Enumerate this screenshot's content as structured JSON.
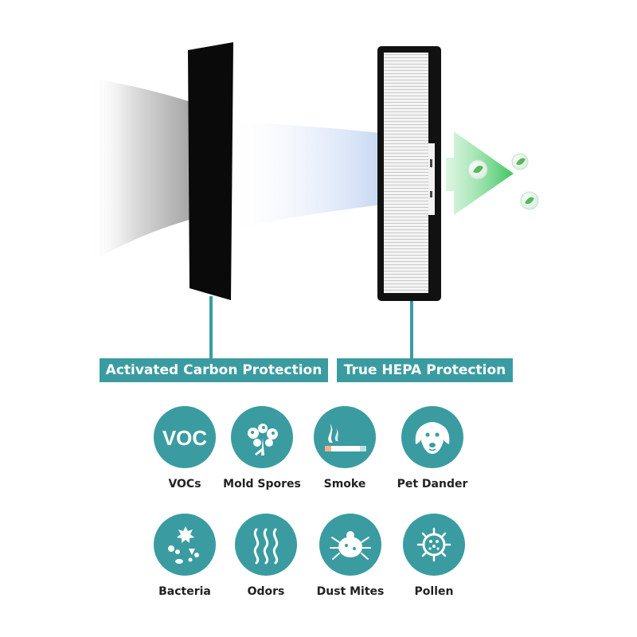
{
  "labels": {
    "carbon": "Activated Carbon Protection",
    "hepa": "True HEPA Protection"
  },
  "icon_badge": {
    "voc": "VOC"
  },
  "contaminants": [
    {
      "name": "VOCs",
      "icon": "voc-text-icon"
    },
    {
      "name": "Mold Spores",
      "icon": "mold-spores-icon"
    },
    {
      "name": "Smoke",
      "icon": "cigarette-icon"
    },
    {
      "name": "Pet Dander",
      "icon": "dog-face-icon"
    },
    {
      "name": "Bacteria",
      "icon": "bacteria-icon"
    },
    {
      "name": "Odors",
      "icon": "odor-waves-icon"
    },
    {
      "name": "Dust Mites",
      "icon": "dust-mite-icon"
    },
    {
      "name": "Pollen",
      "icon": "pollen-icon"
    }
  ],
  "colors": {
    "teal": "#3a9ca1",
    "carbon_panel": "#0a0a0a",
    "arrow_green": "#4ccc66",
    "text_dark": "#222222"
  }
}
